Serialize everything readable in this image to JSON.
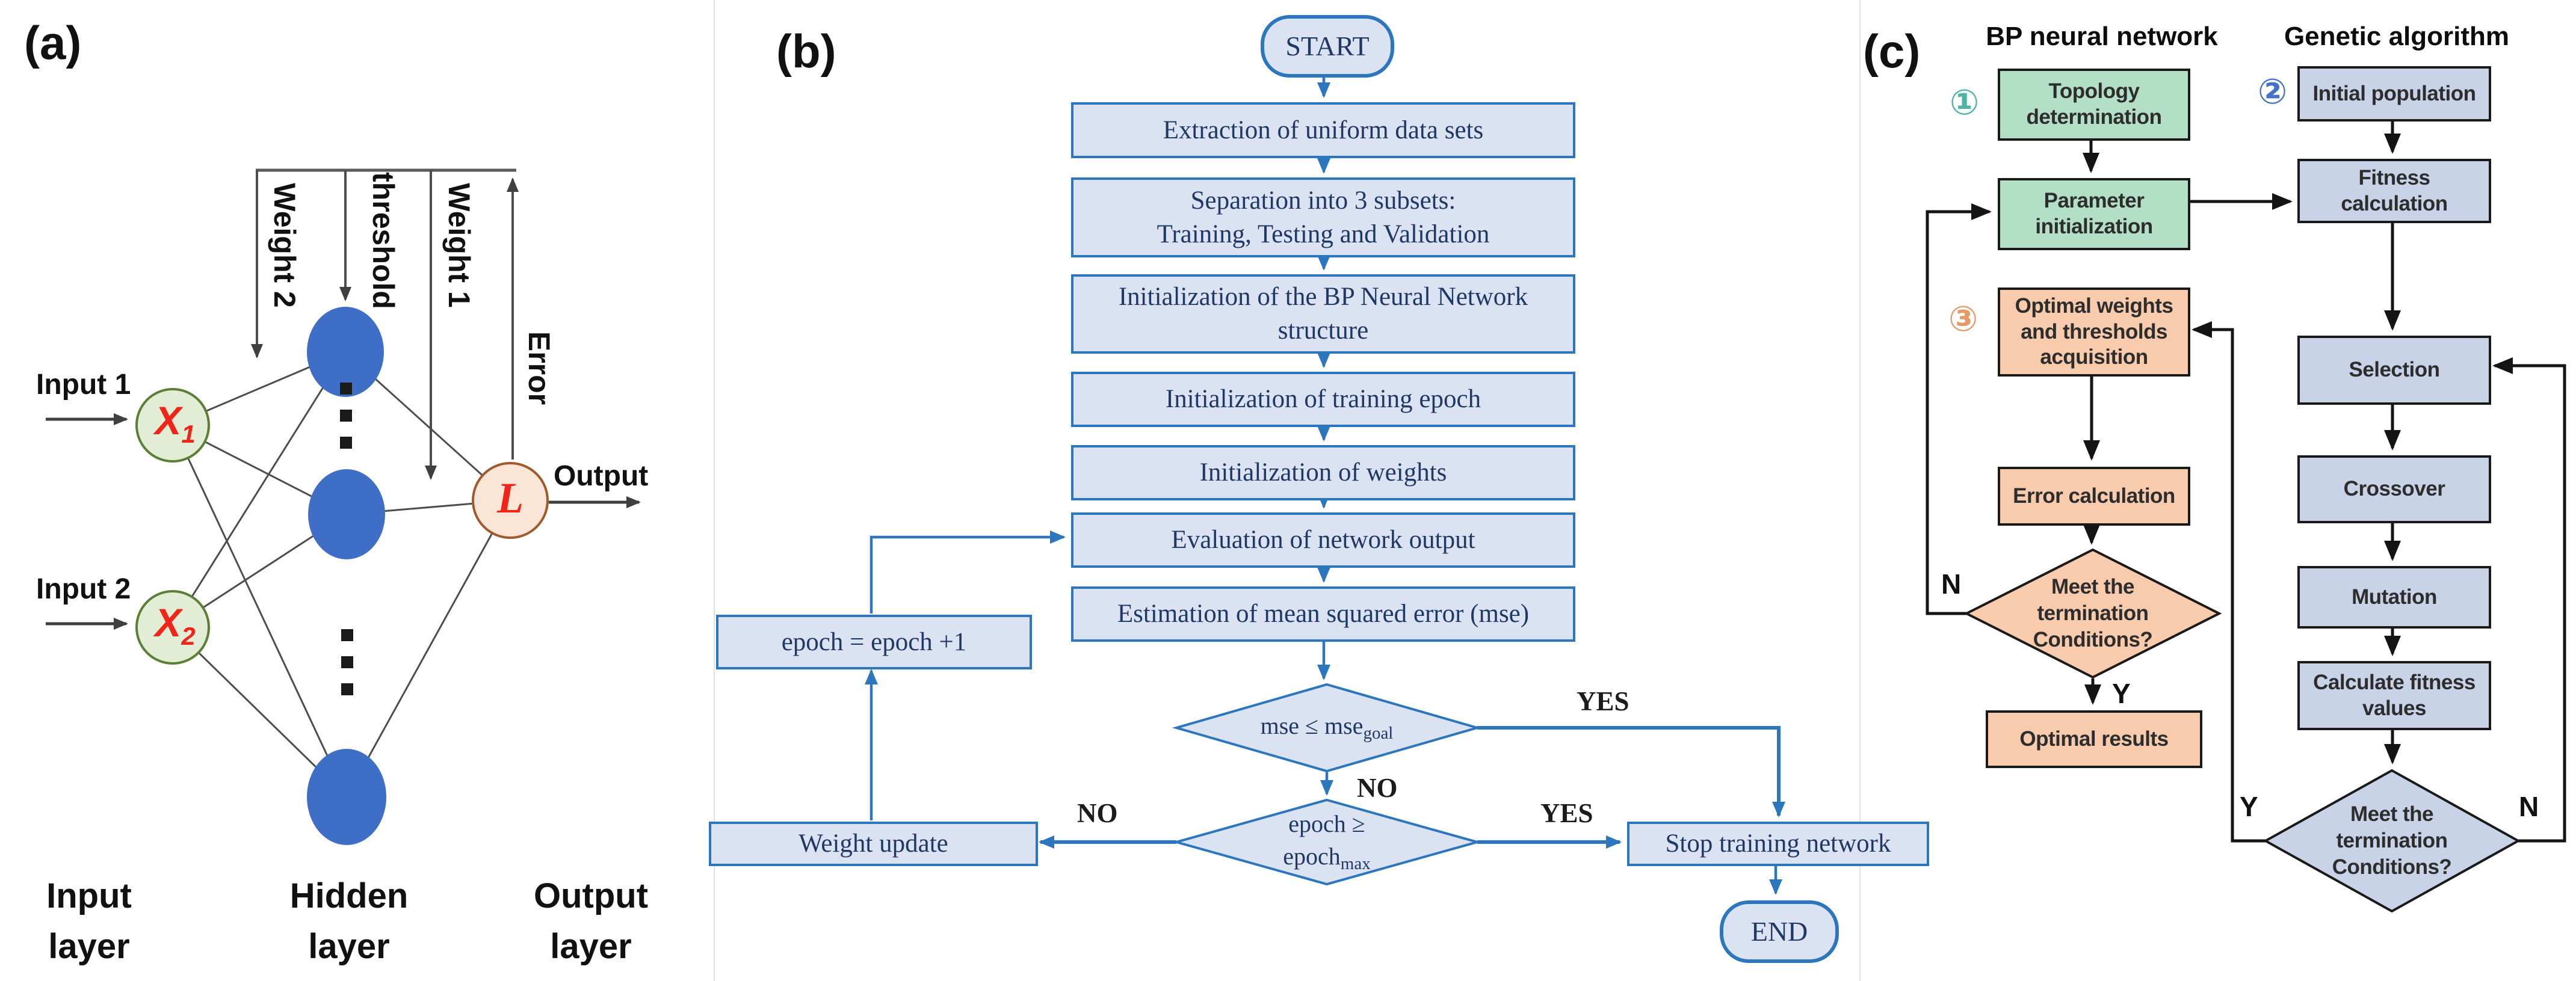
{
  "panel_a": {
    "label": "(a)",
    "input1_label": "Input 1",
    "input2_label": "Input 2",
    "x1_main": "X",
    "x1_sub": "1",
    "x2_main": "X",
    "x2_sub": "2",
    "weight2_label": "Weight 2",
    "threshold_label": "threshold",
    "weight1_label": "Weight 1",
    "error_label": "Error",
    "output_node_label": "L",
    "output_label": "Output",
    "input_layer": "Input\nlayer",
    "hidden_layer": "Hidden\nlayer",
    "output_layer": "Output\nlayer"
  },
  "panel_b": {
    "label": "(b)",
    "start": "START",
    "end": "END",
    "steps": [
      "Extraction of uniform data sets",
      "Separation into 3 subsets:\nTraining, Testing and Validation",
      "Initialization of the BP Neural Network\nstructure",
      "Initialization of training epoch",
      "Initialization of weights",
      "Evaluation of network output",
      "Estimation of mean squared error (mse)"
    ],
    "d1_main": "mse ≤ mse",
    "d1_sub": "goal",
    "d2_line1": "epoch ≥",
    "d2_line2": "epoch",
    "d2_sub": "max",
    "d1_yes": "YES",
    "d1_no": "NO",
    "d2_no": "NO",
    "d2_yes": "YES",
    "epoch_update": "epoch = epoch +1",
    "weight_update": "Weight update",
    "stop": "Stop training network"
  },
  "panel_c": {
    "label": "(c)",
    "bp_header": "BP neural network",
    "ga_header": "Genetic algorithm",
    "mark1": "①",
    "mark2": "②",
    "mark3": "③",
    "bp": {
      "topology": "Topology\ndetermination",
      "param_init": "Parameter\ninitialization",
      "optimal_weights": "Optimal weights\nand thresholds\nacquisition",
      "error_calc": "Error calculation",
      "diamond": "Meet the\ntermination\nConditions?",
      "optimal_results": "Optimal results",
      "n": "N",
      "y": "Y"
    },
    "ga": {
      "initial_population": "Initial population",
      "fitness_calc": "Fitness\ncalculation",
      "selection": "Selection",
      "crossover": "Crossover",
      "mutation": "Mutation",
      "calc_fitness": "Calculate fitness\nvalues",
      "diamond": "Meet the\ntermination\nConditions?",
      "y": "Y",
      "n": "N"
    }
  },
  "colors": {
    "flow_blue_border": "#2b76bd",
    "flow_blue_fill": "#dbe3f2",
    "flow_navy_text": "#1f3864",
    "green_fill": "#b2dfc6",
    "orange_fill": "#f8cbad",
    "slate_fill": "#c9d3e7",
    "neuron_blue": "#3e6ec5",
    "input_node_fill": "#e3edd5",
    "input_node_border": "#5a7f36",
    "output_node_fill": "#fbe5d6",
    "output_node_border": "#a05a2c",
    "red_accent": "#f02418",
    "mark1_teal": "#4fb3a5",
    "mark2_blue": "#4472c4",
    "mark3_orange": "#e39b69"
  }
}
